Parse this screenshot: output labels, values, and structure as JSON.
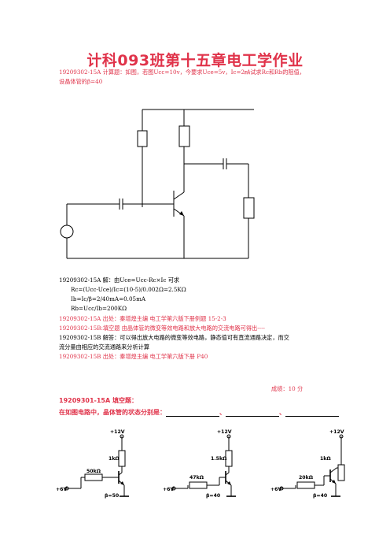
{
  "title": "计科093班第十五章电工学作业",
  "q1": {
    "line1": "19209302-15A 计算题：如图，若图Ucc=10v，今要求Uce=5v，Ic=2㎃试求Rc和Rb的阻值，",
    "line2": "设晶体管的β=40"
  },
  "solution": {
    "head": "19209302-15A 解：由Uce=Ucc-Rc×Ic 可求",
    "l1": "Rc=(Ucc-Uce)/Ic=(10-5)/0.002Ω=2.5KΩ",
    "l2": "Ib=Ic/β=2/40mA=0.05mA",
    "l3": "Rb=Ucc/Ib=200KΩ"
  },
  "source1": "19209302-15A 出处：秦增煌主编 电工学第六版下册例题 15-2-3",
  "q2": "19209302-15B:填空题   由晶体管的微变等效电路和放大电路的交流电路可得出----",
  "ans2": {
    "line1": "19209302-15B 解答：可以得出放大电路的微变等效电路，静态值可有直流通路决定，而交",
    "line2": "流分量由相应的交流通路来分析计算"
  },
  "source2": "19209302-15B 出处：秦增煌主编 电工学第六版下册   P40",
  "score": "成绩：10 分",
  "q3": {
    "head": "19209301-15A 填空题：",
    "text": "在如图电路中，晶体管的状态分别是：",
    "sep": "、"
  },
  "circuits": [
    {
      "vcc": "+12V",
      "rc": "1kΩ",
      "rb": "50kΩ",
      "vin": "+6V",
      "beta": "β=50"
    },
    {
      "vcc": "+12V",
      "rc": "1.5kΩ",
      "rb": "47kΩ",
      "vin": "+6V",
      "beta": "β=40"
    },
    {
      "vcc": "+12V",
      "rc": "1kΩ",
      "rb": "20kΩ",
      "vin": "+6V",
      "beta": "β=40"
    }
  ]
}
